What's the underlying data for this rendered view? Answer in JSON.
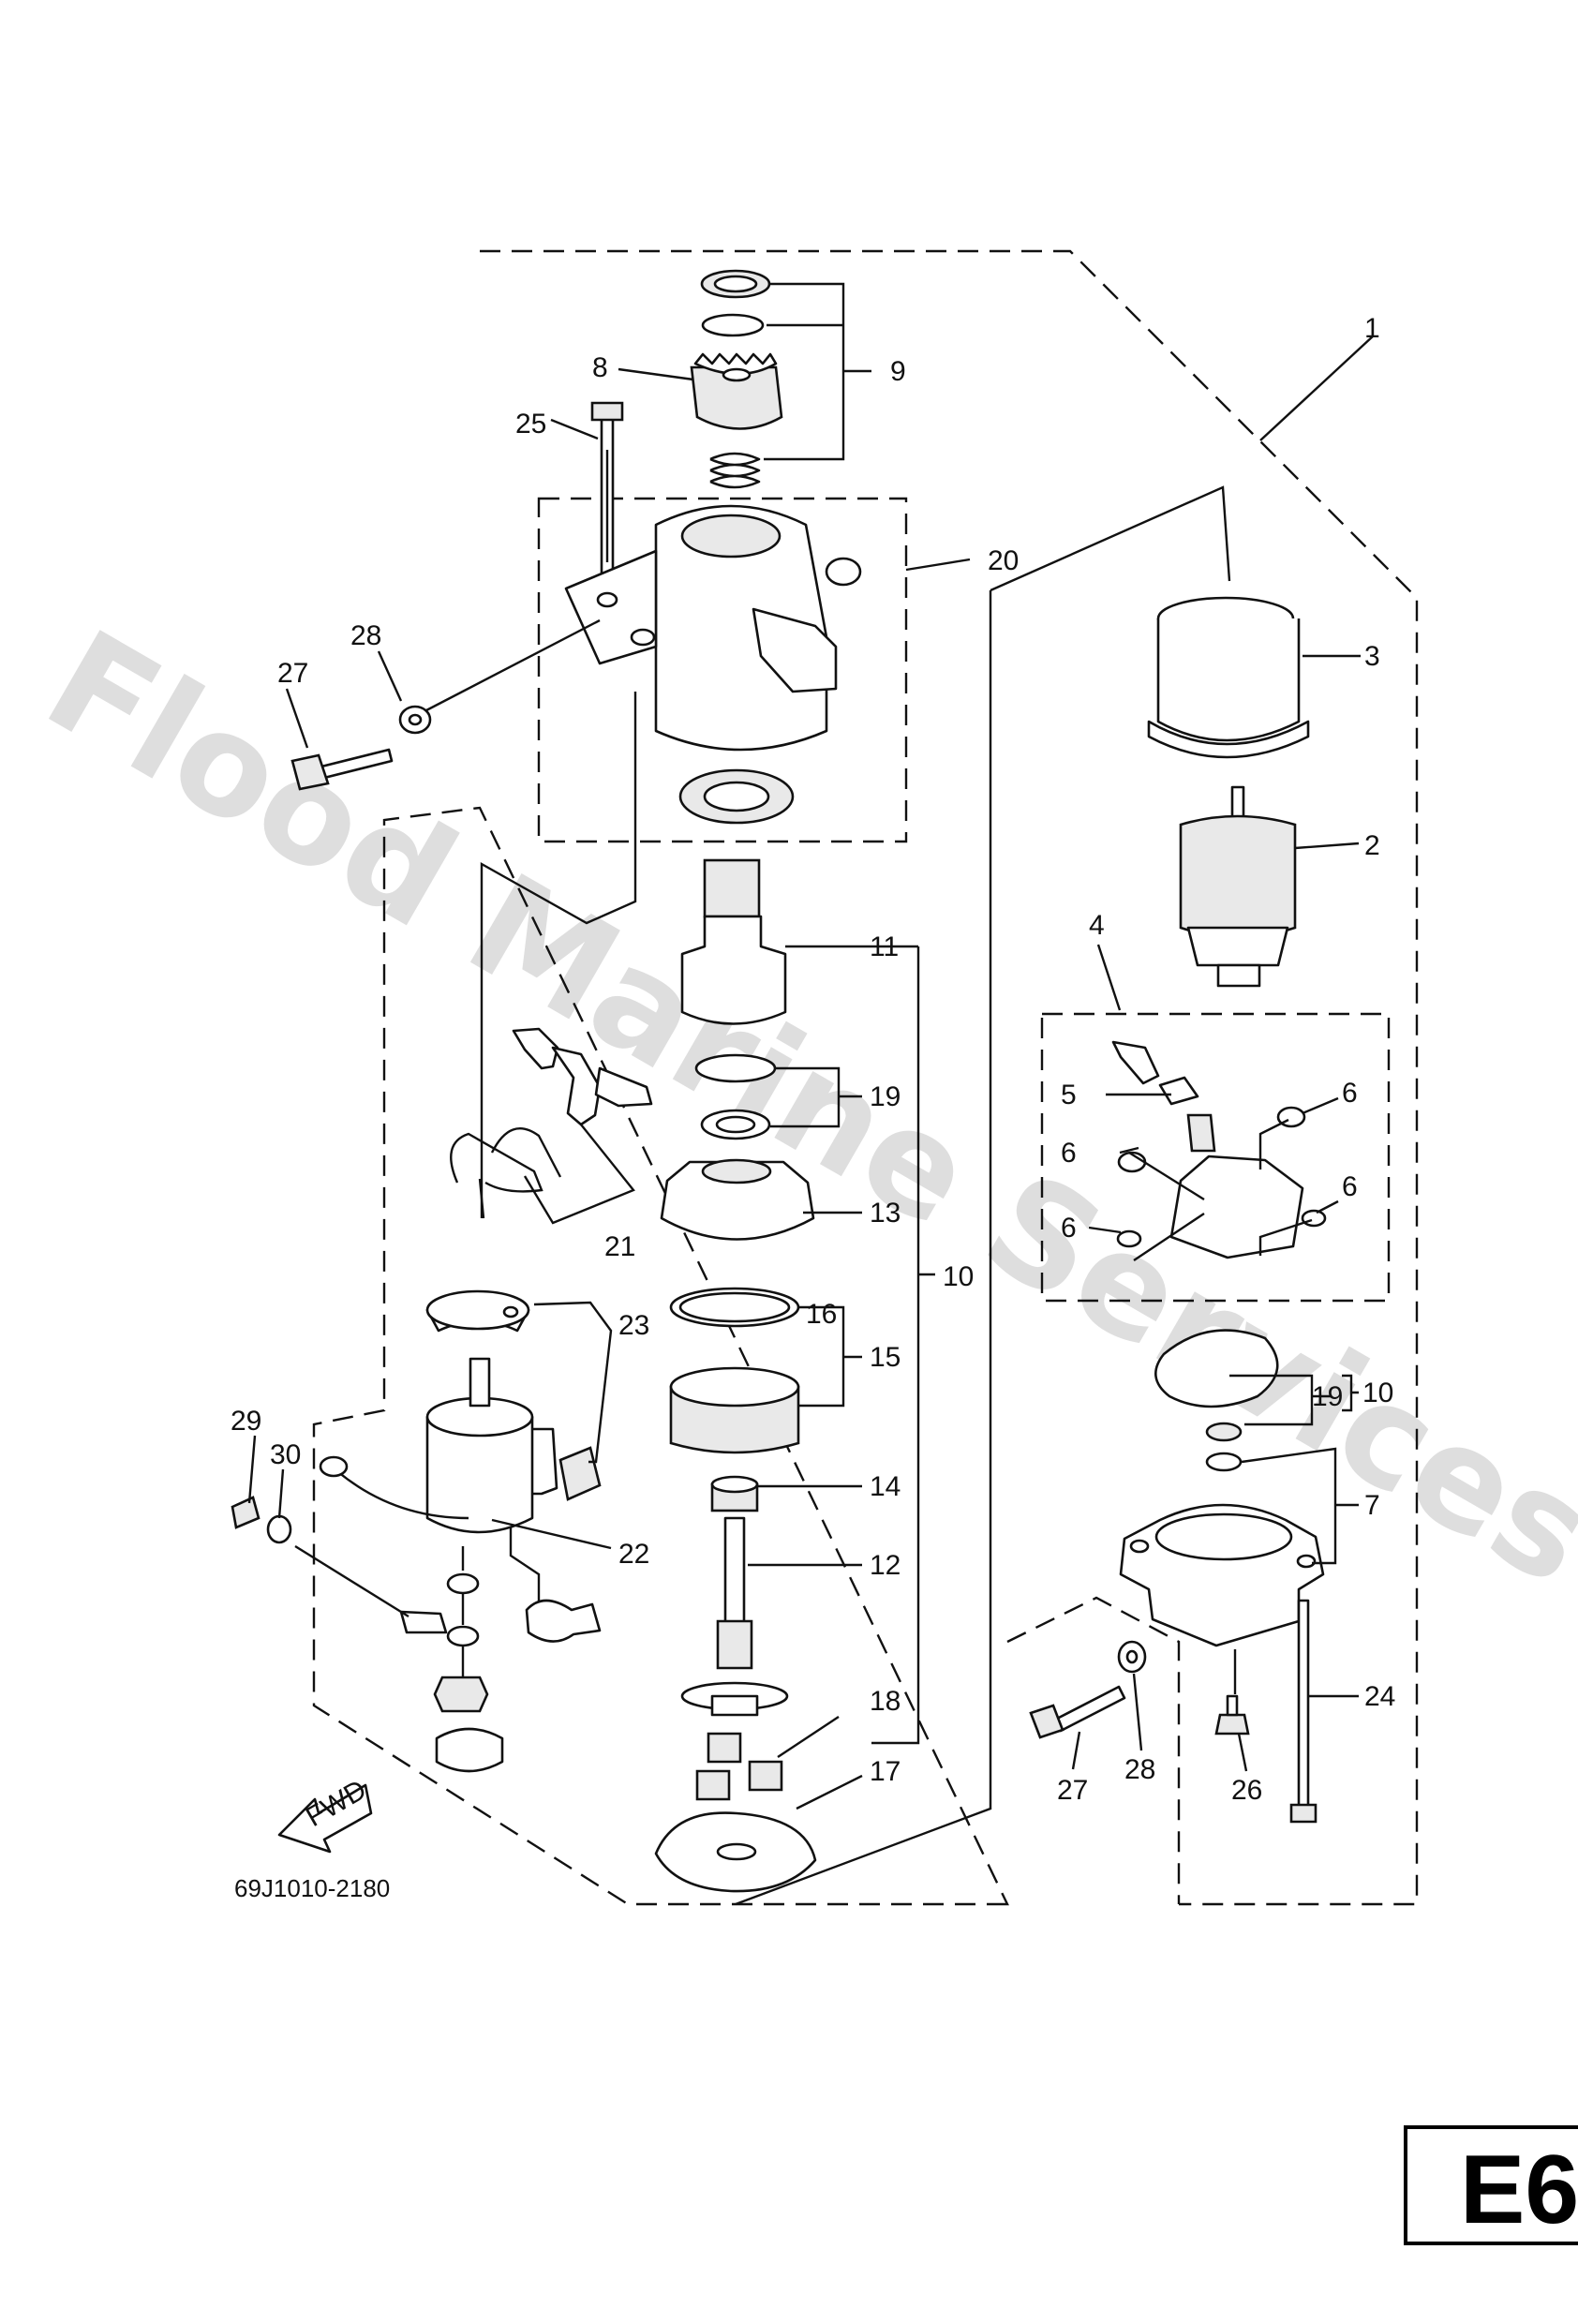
{
  "watermark": "Flood Marine Services",
  "diagram_code": "69J1010-2180",
  "fwd_label": "FWD",
  "page_id": "E6",
  "callouts": {
    "c1": "1",
    "c2": "2",
    "c3": "3",
    "c4": "4",
    "c5": "5",
    "c6a": "6",
    "c6b": "6",
    "c6c": "6",
    "c6d": "6",
    "c7": "7",
    "c8": "8",
    "c9": "9",
    "c10a": "10",
    "c10b": "10",
    "c11": "11",
    "c12": "12",
    "c13": "13",
    "c14": "14",
    "c15": "15",
    "c16": "16",
    "c17": "17",
    "c18": "18",
    "c19a": "19",
    "c19b": "19",
    "c20": "20",
    "c21": "21",
    "c22": "22",
    "c23": "23",
    "c24": "24",
    "c25": "25",
    "c26": "26",
    "c27a": "27",
    "c27b": "27",
    "c28a": "28",
    "c28b": "28",
    "c29": "29",
    "c30": "30"
  }
}
